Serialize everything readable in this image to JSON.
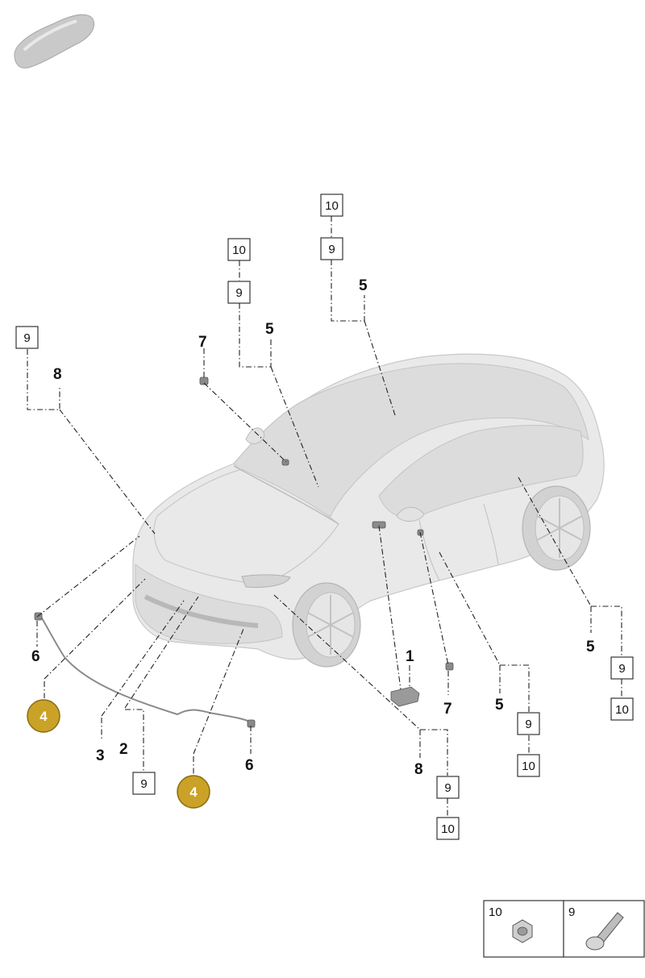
{
  "callouts": {
    "c1": "1",
    "c2": "2",
    "c3": "3",
    "c4a": "4",
    "c4b": "4",
    "c5a": "5",
    "c5b": "5",
    "c5c": "5",
    "c5d": "5",
    "c6a": "6",
    "c6b": "6",
    "c7a": "7",
    "c7b": "7",
    "c8a": "8",
    "c8b": "8"
  },
  "boxes": {
    "b10_top": "10",
    "b9_top": "9",
    "b10_mid": "10",
    "b9_mid": "9",
    "b9_left": "9",
    "b9_right": "9",
    "b10_right": "10",
    "b9_rear": "9",
    "b10_rear": "10",
    "b9_bottom": "9",
    "b10_bottom": "10",
    "b9_front": "9"
  },
  "legend": {
    "nut_label": "10",
    "bolt_label": "9",
    "nut_icon": "hex-nut-icon",
    "bolt_icon": "flange-bolt-icon"
  },
  "colors": {
    "highlight_circle": "#c9a227",
    "car_body": "#e9e9e9"
  }
}
